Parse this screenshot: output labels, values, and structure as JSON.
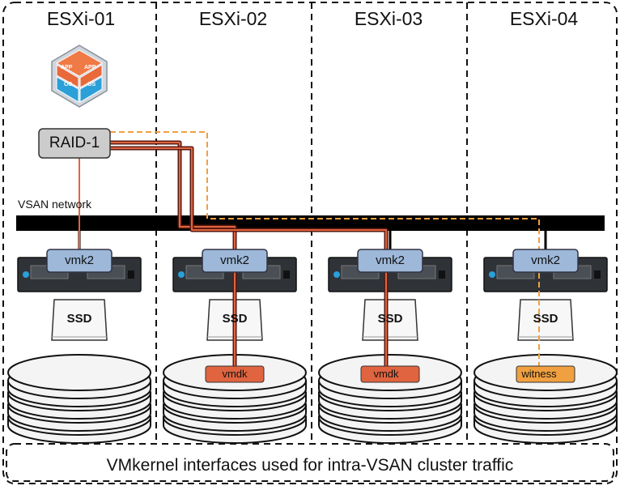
{
  "hosts": [
    {
      "name": "ESXi-01",
      "vmk": "vmk2",
      "ssd": "SSD",
      "component": ""
    },
    {
      "name": "ESXi-02",
      "vmk": "vmk2",
      "ssd": "SSD",
      "component": "vmdk"
    },
    {
      "name": "ESXi-03",
      "vmk": "vmk2",
      "ssd": "SSD",
      "component": "vmdk"
    },
    {
      "name": "ESXi-04",
      "vmk": "vmk2",
      "ssd": "SSD",
      "component": "witness"
    }
  ],
  "vm_icon": {
    "label_1": "APP",
    "label_2": "APP",
    "label_3": "OS",
    "label_4": "OS"
  },
  "raid_label": "RAID-1",
  "network_label": "VSAN network",
  "caption": "VMkernel interfaces used for intra-VSAN cluster traffic",
  "colors": {
    "data_path": "#e0643f",
    "witness_path": "#f0a040",
    "network": "#000000",
    "vmk_fill": "#9db8d9",
    "raid_fill": "#cccccc",
    "component_vmdk": "#e0643f",
    "component_witness": "#f0a040"
  }
}
